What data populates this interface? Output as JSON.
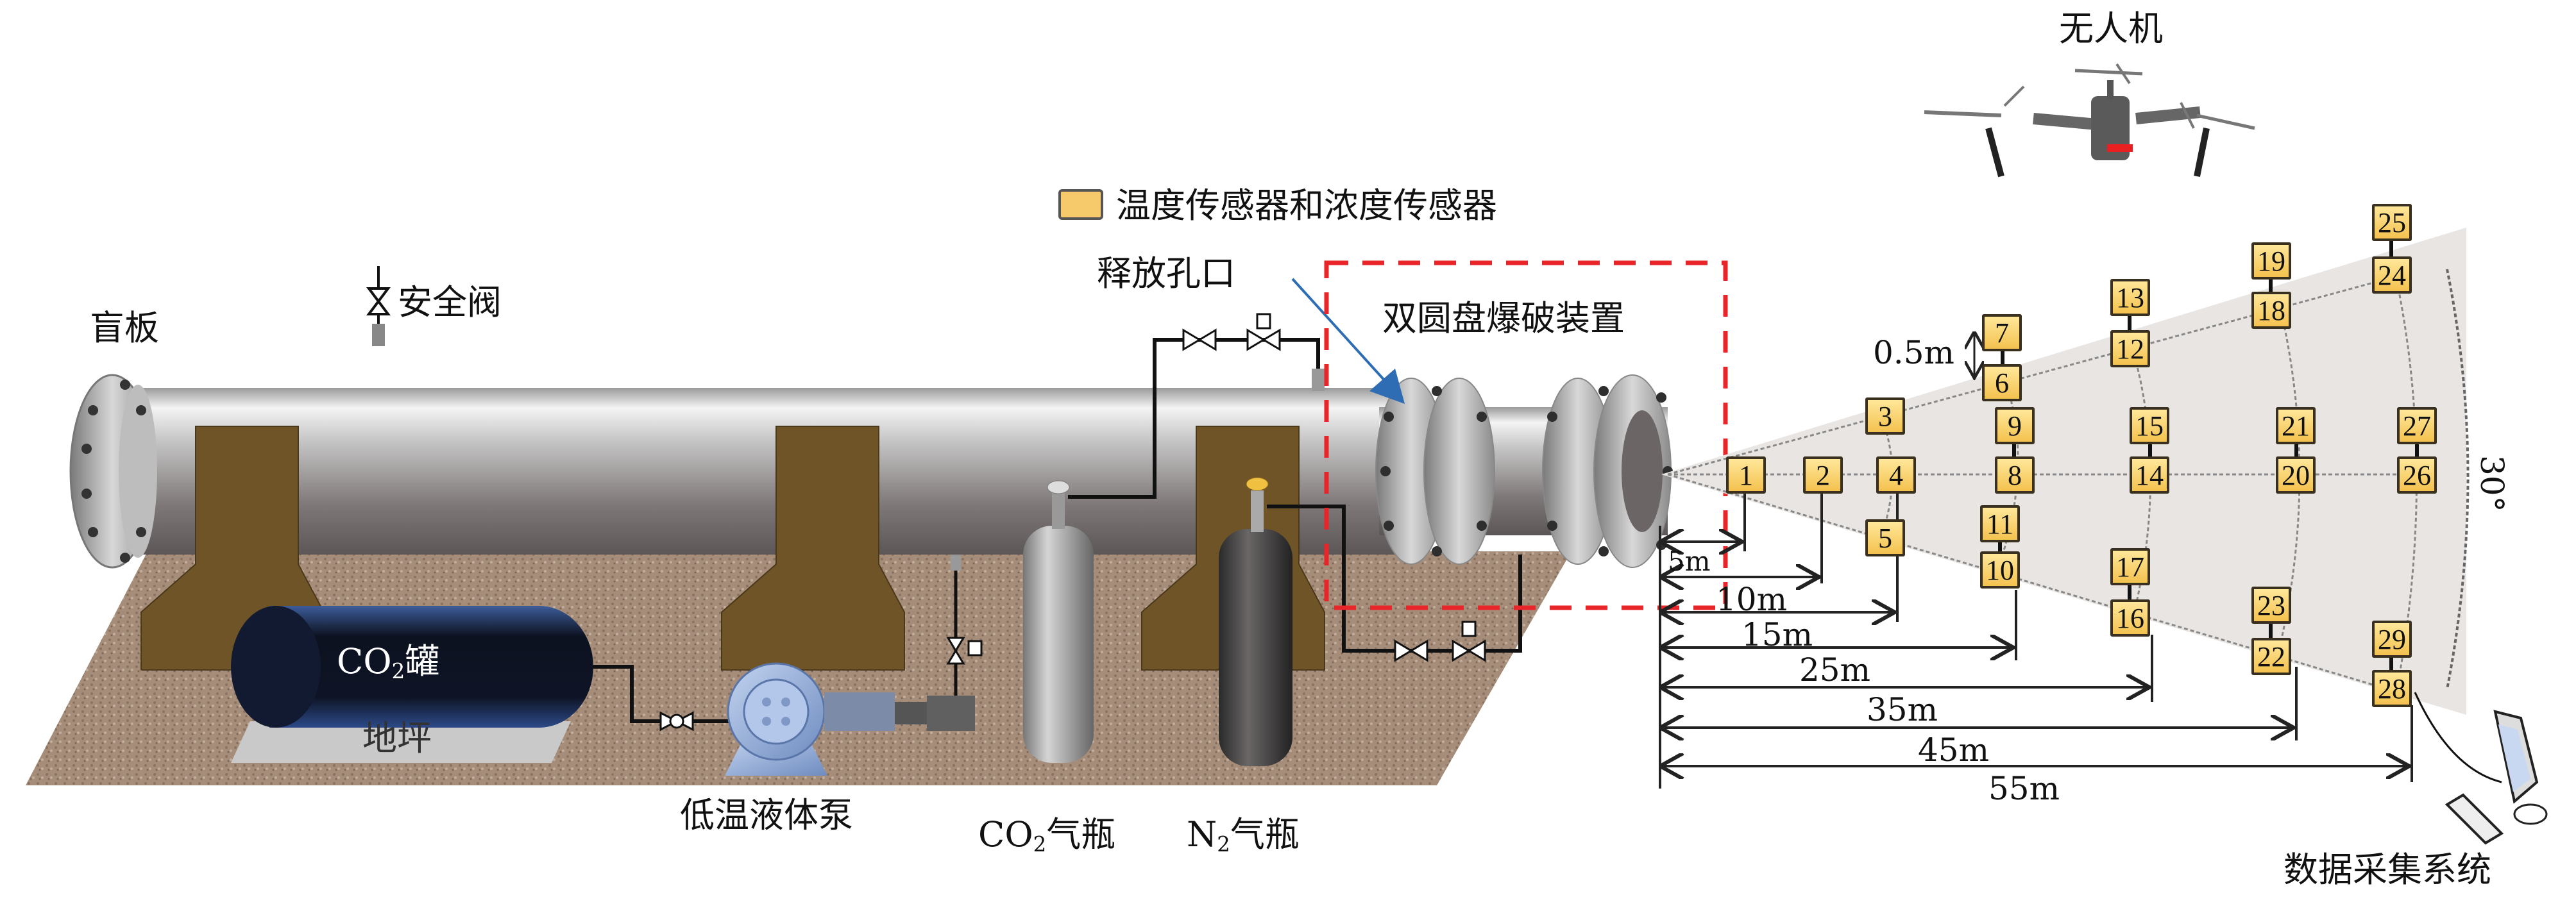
{
  "labels": {
    "blind_plate": "盲板",
    "safety_valve": "安全阀",
    "release_port": "释放孔口",
    "dual_disc_device": "双圆盘爆破装置",
    "co2_tank_prefix": "CO",
    "co2_tank_sub": "2",
    "co2_tank_suffix": "罐",
    "ground": "地坪",
    "cryo_pump": "低温液体泵",
    "co2_cylinder_prefix": "CO",
    "co2_cylinder_sub": "2",
    "co2_cylinder_suffix": "气瓶",
    "n2_cylinder_prefix": "N",
    "n2_cylinder_sub": "2",
    "n2_cylinder_suffix": "气瓶",
    "drone": "无人机",
    "data_acquisition": "数据采集系统",
    "angle": "30°",
    "vertical_spacing": "0.5m"
  },
  "legend": {
    "sensor_label": "温度传感器和浓度传感器",
    "sensor_color": "#f6c96a"
  },
  "distances": [
    "5m",
    "10m",
    "15m",
    "25m",
    "35m",
    "45m",
    "55m"
  ],
  "sensors": [
    "1",
    "2",
    "3",
    "4",
    "5",
    "6",
    "7",
    "8",
    "9",
    "10",
    "11",
    "12",
    "13",
    "14",
    "15",
    "16",
    "17",
    "18",
    "19",
    "20",
    "21",
    "22",
    "23",
    "24",
    "25",
    "26",
    "27",
    "28",
    "29"
  ],
  "colors": {
    "dashed_box": "#e8262a",
    "arrow": "#2e6db4",
    "support": "#6f5428",
    "ground": "#a38b78",
    "plume": "#e8e5e3"
  }
}
